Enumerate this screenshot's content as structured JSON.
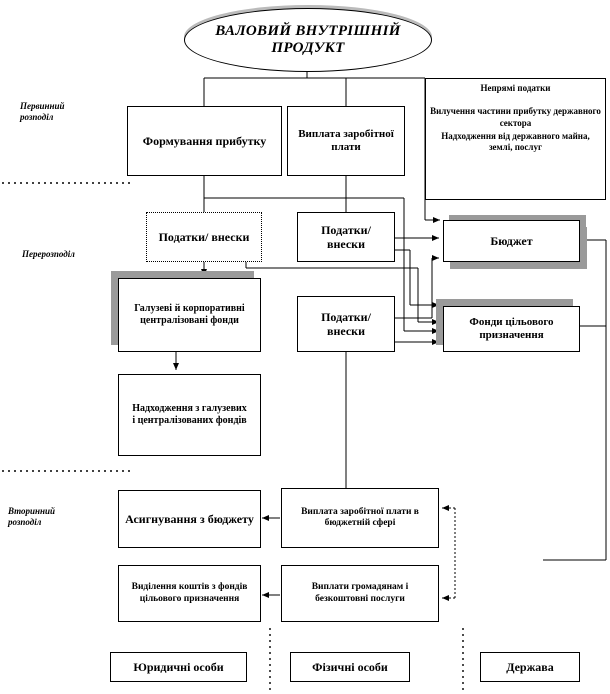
{
  "top": {
    "title": "ВАЛОВИЙ ВНУТРІШНІЙ ПРОДУКТ"
  },
  "stages": {
    "primary": "Первинний розподіл",
    "redistribution": "Перерозподіл",
    "secondary": "Вторинний розподіл"
  },
  "boxes": {
    "profit": "Формування прибутку",
    "wages": "Виплата заробітної плати",
    "indirect_title": "Непрямі податки",
    "indirect_items": [
      "Вилучення частини прибутку державного сектора",
      "Надходження від державного майна, землі, послуг"
    ],
    "taxes1": "Податки/ внески",
    "taxes2": "Податки/ внески",
    "taxes3": "Податки/ внески",
    "budget": "Бюджет",
    "special_funds": "Фонди цільового призначення",
    "sector_funds": "Галузеві й корпоративні централізовані фонди",
    "sector_income": "Надходження з галузевих і централізованих фондів",
    "allocations": "Асигнування з бюджету",
    "budget_wages": "Виплата заробітної плати в бюджетній сфері",
    "fund_allocation": "Виділення коштів з фондів цільового призначення",
    "citizen_payments": "Виплати громадянам і безкоштовні послуги"
  },
  "footer": {
    "legal": "Юридичні особи",
    "physical": "Фізичні особи",
    "state": "Держава"
  }
}
